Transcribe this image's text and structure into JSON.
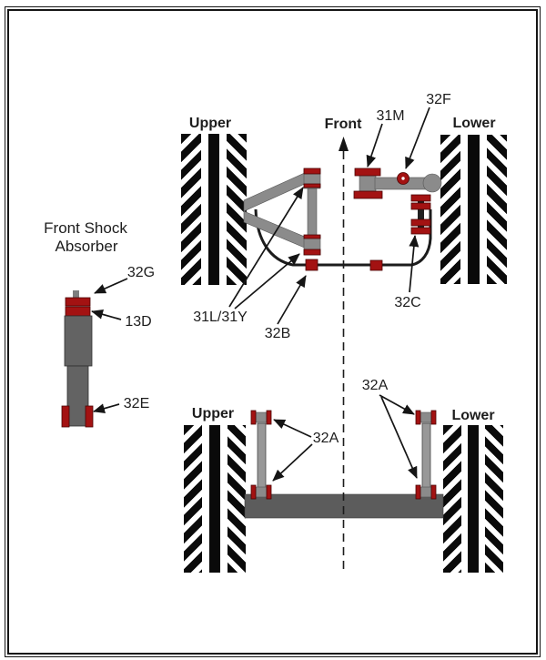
{
  "figure": {
    "side_view": {
      "title": [
        "Front Shock",
        "Absorber"
      ],
      "callouts": [
        "32G",
        "13D",
        "32E"
      ]
    },
    "top_view": {
      "left_wheel_label": "Upper",
      "direction_label": "Front",
      "right_wheel_label": "Lower",
      "callouts": [
        "31M",
        "32F",
        "31L/31Y",
        "32B",
        "32C"
      ]
    },
    "front_view": {
      "left_wheel_label": "Upper",
      "right_wheel_label": "Lower",
      "callouts": [
        "32A",
        "32A"
      ]
    },
    "colors": {
      "bushing_red": "#a31212",
      "arm_gray": "#8b8b8b",
      "body_gray": "#636363",
      "axle_gray": "#5c5c5c",
      "line_black": "#1c1c1c",
      "tire_black": "#0a0a0a"
    }
  }
}
